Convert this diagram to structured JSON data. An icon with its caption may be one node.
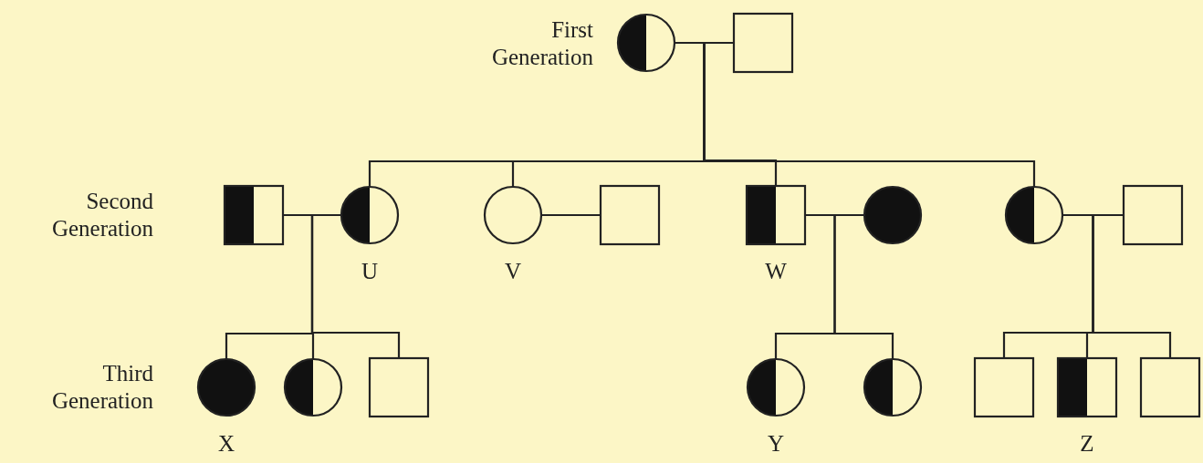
{
  "diagram": {
    "nodes": [
      {
        "text": [],
        "shape": "circle"
      },
      {
        "text": [],
        "shape": "box"
      },
      {
        "text": [],
        "shape": "box"
      },
      {
        "text": [],
        "shape": "circle",
        "beside": [
          "U"
        ]
      },
      {
        "text": [],
        "shape": "circle",
        "beside": [
          "V"
        ]
      },
      {
        "text": [],
        "shape": "box"
      },
      {
        "text": [],
        "shape": "box",
        "beside": [
          "W"
        ]
      },
      {
        "text": [],
        "shape": "circle"
      },
      {
        "text": [],
        "shape": "circle"
      },
      {
        "text": [],
        "shape": "box"
      },
      {
        "text": [],
        "shape": "circle",
        "beside": [
          "X"
        ]
      },
      {
        "text": [],
        "shape": "circle"
      },
      {
        "text": [],
        "shape": "box"
      },
      {
        "text": [],
        "shape": "circle",
        "beside": [
          "Y"
        ]
      },
      {
        "text": [],
        "shape": "circle"
      },
      {
        "text": [],
        "shape": "box"
      },
      {
        "text": [],
        "shape": "box",
        "beside": [
          "Z"
        ]
      },
      {
        "text": [],
        "shape": "box"
      }
    ],
    "edges": [
      {
        "from": 0,
        "to": 1,
        "arrow": "none"
      },
      {
        "from": 0,
        "to": 3,
        "arrow": "none"
      },
      {
        "from": 1,
        "to": 3,
        "arrow": "none"
      },
      {
        "from": 0,
        "to": 4,
        "arrow": "none"
      },
      {
        "from": 1,
        "to": 4,
        "arrow": "none"
      },
      {
        "from": 0,
        "to": 6,
        "arrow": "none"
      },
      {
        "from": 1,
        "to": 6,
        "arrow": "none"
      },
      {
        "from": 0,
        "to": 8,
        "arrow": "none"
      },
      {
        "from": 1,
        "to": 8,
        "arrow": "none"
      },
      {
        "from": 2,
        "to": 3,
        "arrow": "none"
      },
      {
        "from": 4,
        "to": 5,
        "arrow": "none"
      },
      {
        "from": 6,
        "to": 7,
        "arrow": "none"
      },
      {
        "from": 8,
        "to": 9,
        "arrow": "none"
      },
      {
        "from": 2,
        "to": 10,
        "arrow": "none"
      },
      {
        "from": 3,
        "to": 10,
        "arrow": "none"
      },
      {
        "from": 2,
        "to": 11,
        "arrow": "none"
      },
      {
        "from": 3,
        "to": 11,
        "arrow": "none"
      },
      {
        "from": 2,
        "to": 12,
        "arrow": "none"
      },
      {
        "from": 3,
        "to": 12,
        "arrow": "none"
      },
      {
        "from": 6,
        "to": 13,
        "arrow": "none"
      },
      {
        "from": 7,
        "to": 13,
        "arrow": "none"
      },
      {
        "from": 6,
        "to": 14,
        "arrow": "none"
      },
      {
        "from": 7,
        "to": 14,
        "arrow": "none"
      },
      {
        "from": 8,
        "to": 15,
        "arrow": "none"
      },
      {
        "from": 9,
        "to": 15,
        "arrow": "none"
      },
      {
        "from": 8,
        "to": 16,
        "arrow": "none"
      },
      {
        "from": 9,
        "to": 16,
        "arrow": "none"
      },
      {
        "from": 8,
        "to": 17,
        "arrow": "none"
      },
      {
        "from": 9,
        "to": 17,
        "arrow": "none"
      }
    ],
    "labels": [
      "First Generation",
      "Second Generation",
      "Third Generation"
    ]
  }
}
